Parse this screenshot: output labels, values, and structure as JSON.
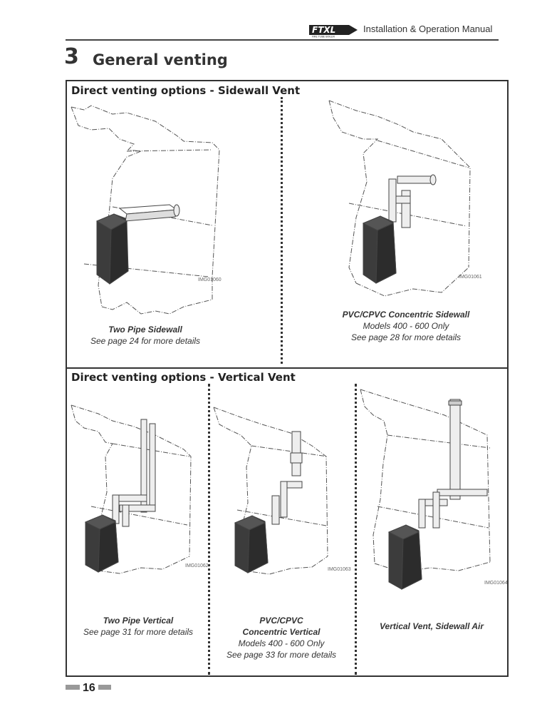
{
  "header": {
    "manual_title": "Installation & Operation Manual",
    "logo_text": "FTXL",
    "logo_tagline": "FIRE TUBE BOILER"
  },
  "section": {
    "number": "3",
    "title": "General  venting"
  },
  "sidewall": {
    "heading": "Direct venting options - Sidewall Vent",
    "panels": [
      {
        "image_id": "IMG01060",
        "caption_title": "Two Pipe Sidewall",
        "caption_lines": [
          "See page 24 for more details"
        ]
      },
      {
        "image_id": "IMG01061",
        "caption_title": "PVC/CPVC Concentric Sidewall",
        "caption_lines": [
          "Models 400 - 600 Only",
          "See page 28 for more details"
        ]
      }
    ]
  },
  "vertical": {
    "heading": "Direct venting options - Vertical Vent",
    "panels": [
      {
        "image_id": "IMG01062",
        "caption_title": "Two Pipe Vertical",
        "caption_lines": [
          "See page 31 for more details"
        ]
      },
      {
        "image_id": "IMG01063",
        "caption_title_lines": [
          "PVC/CPVC",
          "Concentric Vertical"
        ],
        "caption_lines": [
          "Models 400 - 600 Only",
          "See page 33 for more details"
        ]
      },
      {
        "image_id": "IMG01064",
        "caption_title": "Vertical Vent, Sidewall Air"
      }
    ]
  },
  "footer": {
    "page_number": "16"
  }
}
